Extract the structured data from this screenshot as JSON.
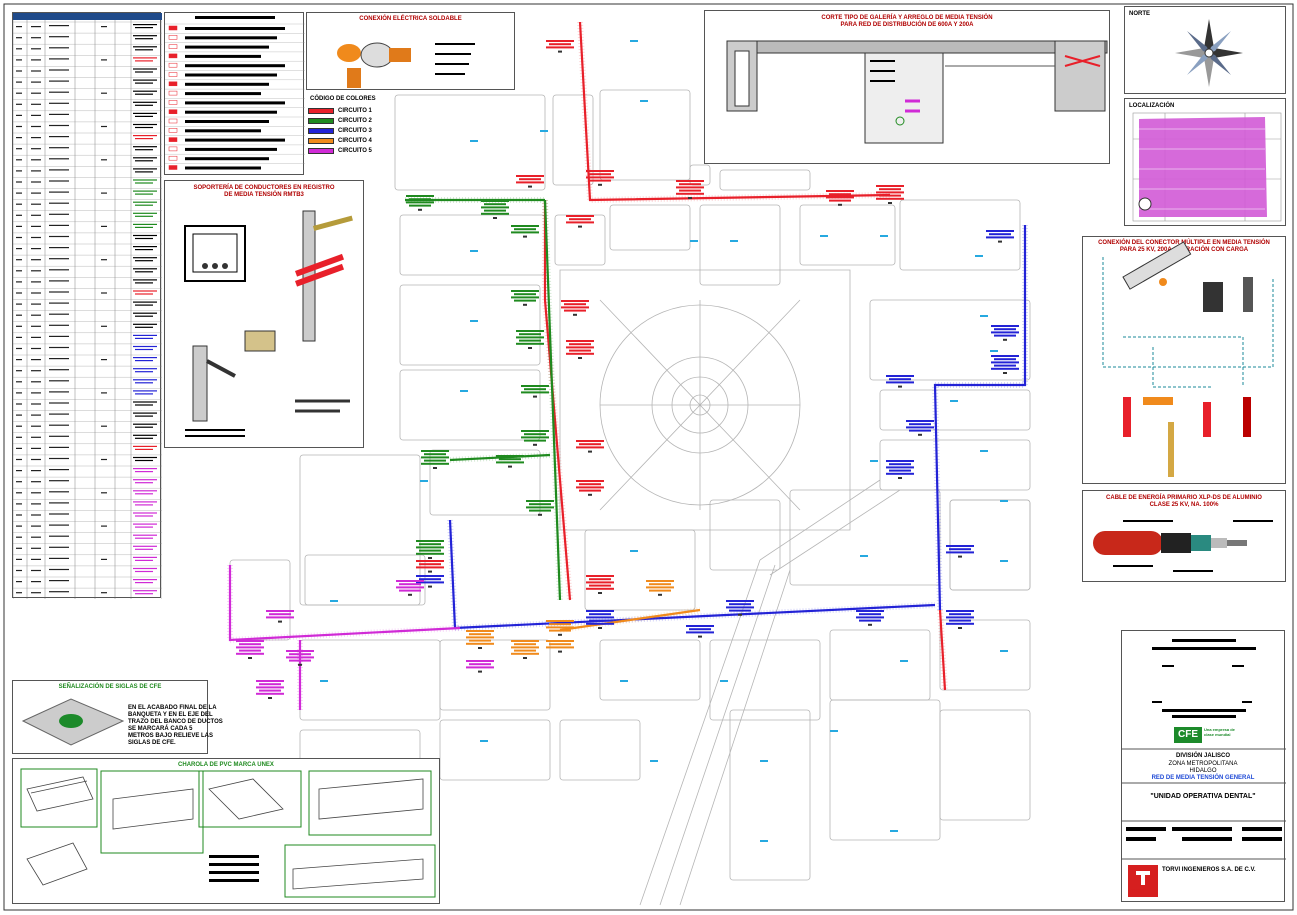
{
  "sheet": {
    "north_label": "NORTE",
    "location_label": "LOCALIZACIÓN",
    "connection_title": "CONEXIÓN ELÉCTRICA SOLDABLE",
    "color_code_title": "CÓDIGO DE COLORES",
    "circuits": [
      {
        "label": "CIRCUITO 1",
        "color": "#e8202a"
      },
      {
        "label": "CIRCUITO 2",
        "color": "#1f8a1f"
      },
      {
        "label": "CIRCUITO 3",
        "color": "#2323d6"
      },
      {
        "label": "CIRCUITO 4",
        "color": "#f08a1c"
      },
      {
        "label": "CIRCUITO 5",
        "color": "#d02ad6"
      }
    ],
    "gallery_title_1": "CORTE TIPO DE GALERÍA Y ARREGLO DE MEDIA TENSIÓN",
    "gallery_title_2": "PARA RED DE DISTRIBUCIÓN DE 600A Y 200A",
    "support_title_1": "SOPORTERÍA DE CONDUCTORES EN REGISTRO",
    "support_title_2": "DE MEDIA TENSIÓN RMTB3",
    "connector_title_1": "CONEXIÓN DEL CONECTOR MÚLTIPLE EN MEDIA TENSIÓN",
    "connector_title_2": "PARA 25 KV, 200A OPERACIÓN CON CARGA",
    "cable_title_1": "CABLE DE ENERGÍA PRIMARIO XLP-DS DE ALUMINIO",
    "cable_title_2": "CLASE 25 KV, NA. 100%",
    "signage_title": "SEÑALIZACIÓN DE SIGLAS DE CFE",
    "signage_text_1": "EN EL ACABADO FINAL DE LA",
    "signage_text_2": "BANQUETA Y EN EL EJE DEL",
    "signage_text_3": "TRAZO DEL BANCO DE DUCTOS",
    "signage_text_4": "SE MARCARÁ CADA 5",
    "signage_text_5": "METROS BAJO RELIEVE LAS",
    "signage_text_6": "SIGLAS DE CFE.",
    "tray_title": "CHAROLA DE PVC MARCA UNEX",
    "tb_division": "DIVISIÓN JALISCO",
    "tb_zone": "ZONA METROPOLITANA",
    "tb_area": "HIDALGO",
    "tb_network": "RED DE MEDIA TENSIÓN GENERAL",
    "tb_project": "\"UNIDAD OPERATIVA DENTAL\"",
    "tb_company": "TORVI INGENIEROS S.A. DE C.V.",
    "cfe_logo": "CFE",
    "cfe_slogan": "Una empresa de clase mundial",
    "torvi_logo": "TORVI",
    "north_icon": "compass-rose-icon"
  }
}
